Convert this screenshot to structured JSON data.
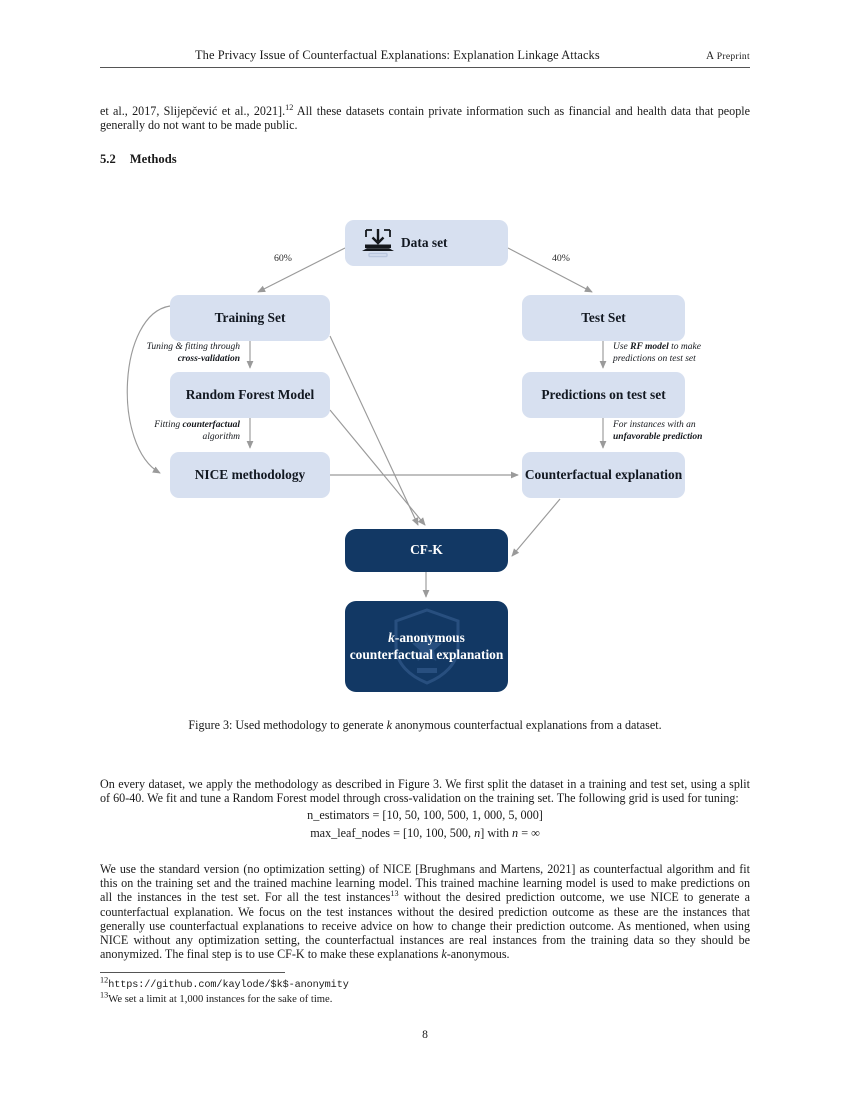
{
  "header": {
    "title": "The Privacy Issue of Counterfactual Explanations: Explanation Linkage Attacks",
    "preprint_a": "A ",
    "preprint_label": "Preprint"
  },
  "body": {
    "top_paragraph_a": "et al., 2017, Slijepčević et al., 2021].",
    "top_paragraph_fn": "12",
    "top_paragraph_b": " All these datasets contain private information such as financial and health data that people generally do not want to be made public.",
    "section_number": "5.2",
    "section_title": "Methods",
    "paragraph_below_figure": "On every dataset, we apply the methodology as described in Figure 3. We first split the dataset in a training and test set, using a split of 60-40. We fit and tune a Random Forest model through cross-validation on the training set. The following grid is used for tuning:",
    "equation_1": "n_estimators = [10, 50, 100, 500, 1, 000, 5, 000]",
    "equation_2_a": "max_leaf_nodes = [10, 100, 500, ",
    "equation_2_n": "n",
    "equation_2_b": "] with ",
    "equation_2_n2": "n",
    "equation_2_c": " = ∞",
    "final_paragraph_a": "We use the standard version (no optimization setting) of NICE [Brughmans and Martens, 2021] as counterfactual algorithm and fit this on the training set and the trained machine learning model. This trained machine learning model is used to make predictions on all the instances in the test set. For all the test instances",
    "final_paragraph_fn": "13",
    "final_paragraph_b": " without the desired prediction outcome, we use NICE to generate a counterfactual explanation. We focus on the test instances without the desired prediction outcome as these are the instances that generally use counterfactual explanations to receive advice on how to change their prediction outcome. As mentioned, when using NICE without any optimization setting, the counterfactual instances are real instances from the training data so they should be anonymized. The final step is to use CF-K to make these explanations ",
    "final_paragraph_k": "k",
    "final_paragraph_c": "-anonymous."
  },
  "figure": {
    "caption_a": "Figure 3: Used methodology to generate ",
    "caption_k": "k",
    "caption_b": " anonymous counterfactual explanations from a dataset.",
    "nodes": [
      {
        "id": "dataset",
        "label": "Data set",
        "style": "light",
        "icon": "download-icon"
      },
      {
        "id": "training",
        "label": "Training Set",
        "style": "light"
      },
      {
        "id": "testset",
        "label": "Test Set",
        "style": "light"
      },
      {
        "id": "rf",
        "label": "Random Forest Model",
        "style": "light"
      },
      {
        "id": "pred",
        "label": "Predictions on test set",
        "style": "light"
      },
      {
        "id": "nice",
        "label": "NICE methodology",
        "style": "light"
      },
      {
        "id": "cfexp",
        "label": "Counterfactual explanation",
        "style": "light"
      },
      {
        "id": "cfk",
        "label": "CF-K",
        "style": "dark"
      },
      {
        "id": "kanon",
        "label_k": "k",
        "label": "-anonymous counterfactual explanation",
        "style": "dark",
        "icon": "shield-icon"
      }
    ],
    "split_left_label": "60%",
    "split_right_label": "40%",
    "edge_labels": {
      "train_to_rf_line1": "Tuning & fitting through",
      "train_to_rf_line2": "cross-validation",
      "rf_to_nice_line1_a": "Fitting ",
      "rf_to_nice_line1_b": "counterfactual",
      "rf_to_nice_line2": "algorithm",
      "test_to_pred_line1_a": "Use ",
      "test_to_pred_line1_b": "RF model",
      "test_to_pred_line1_c": " to make",
      "test_to_pred_line2": "predictions on test set",
      "pred_to_cf_line1": "For instances with an",
      "pred_to_cf_line2": "unfavorable prediction"
    },
    "colors": {
      "light_node": "#d7e0f0",
      "dark_node": "#123864",
      "arrow": "#9a9a9a"
    }
  },
  "footnotes": {
    "fn12_marker": "12",
    "fn12_text": "https://github.com/kaylode/$k$-anonymity",
    "fn13_marker": "13",
    "fn13_text": "We set a limit at 1,000 instances for the sake of time."
  },
  "page_number": "8"
}
